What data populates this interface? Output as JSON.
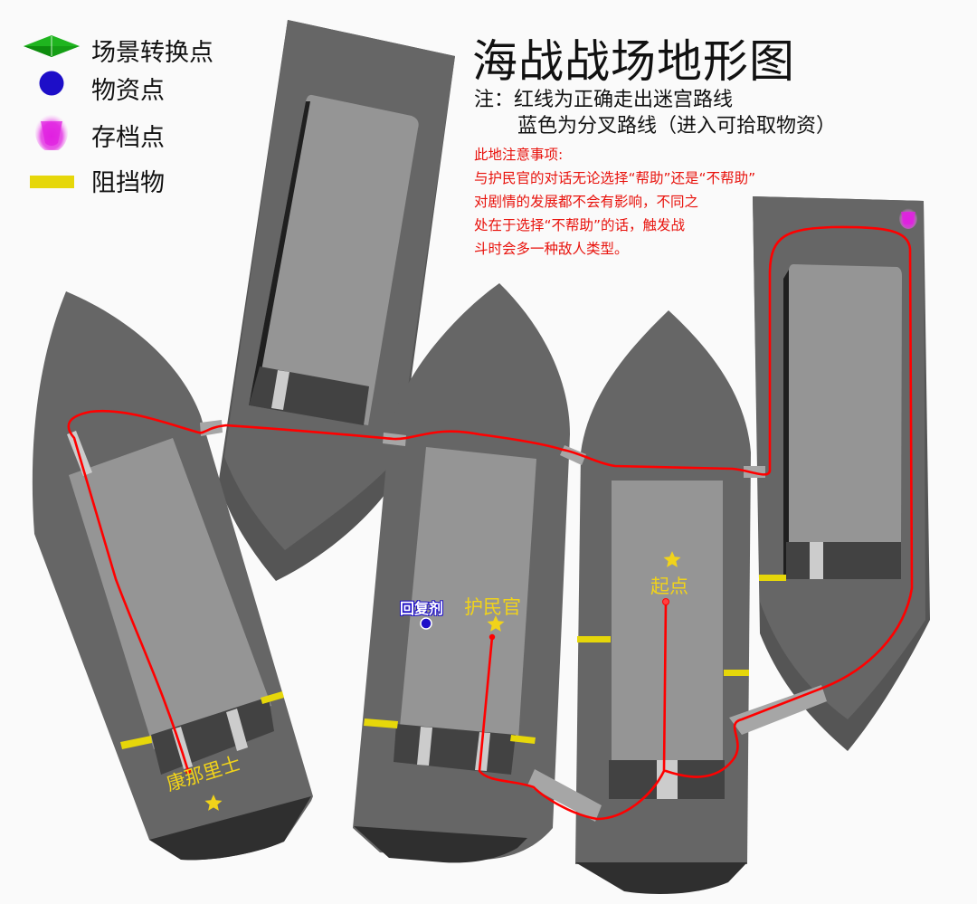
{
  "title": "海战战场地形图",
  "notes": {
    "line1": "注：红线为正确走出迷宫路线",
    "line2": "蓝色为分叉路线（进入可拾取物资）"
  },
  "warning": {
    "heading": "此地注意事项:",
    "lines": [
      "与护民官的对话无论选择“帮助”还是“不帮助”",
      "对剧情的发展都不会有影响，不同之",
      "处在于选择“不帮助”的话，触发战",
      "斗时会多一种敌人类型。"
    ]
  },
  "legend": [
    {
      "icon": "scene-transition-icon",
      "label": "场景转换点",
      "color": "#1fb51f"
    },
    {
      "icon": "supply-point-icon",
      "label": "物资点",
      "color": "#1d0ec8"
    },
    {
      "icon": "save-point-icon",
      "label": "存档点",
      "color": "#e020e0"
    },
    {
      "icon": "obstacle-icon",
      "label": "阻挡物",
      "color": "#e6d70a"
    }
  ],
  "map": {
    "labels": {
      "potion": "回复剂",
      "tribune": "护民官",
      "start": "起点",
      "konnari": "康那里士"
    },
    "colors": {
      "hull": "#666666",
      "hull_dark": "#555555",
      "deck": "#959595",
      "cabin": "#424242",
      "stern": "#2f2f2f",
      "bridge": "#a6a6a6",
      "door": "#cccccc",
      "route": "#ff0000",
      "obstacle": "#e6d70a",
      "marker": "#f1d31a",
      "supply": "#1d0ec8",
      "save": "#e020e0"
    }
  }
}
